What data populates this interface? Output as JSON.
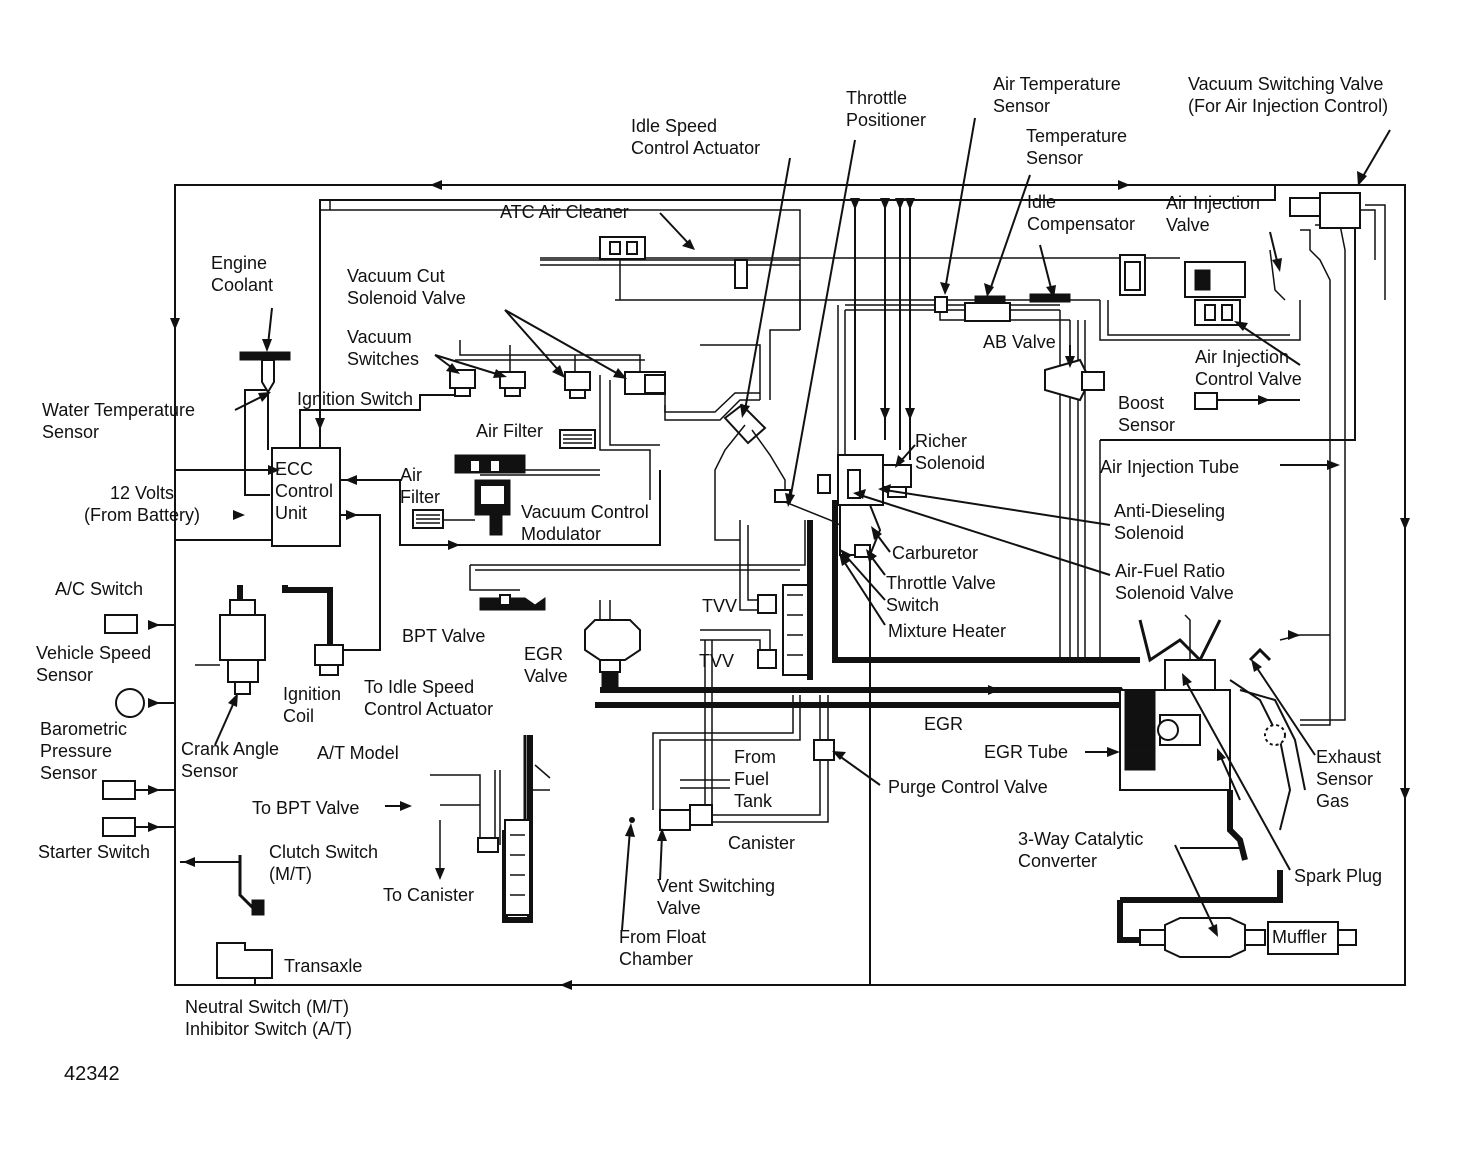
{
  "figure_number": "42342",
  "labels": {
    "air_temperature_sensor": "Air Temperature\nSensor",
    "vacuum_switching_valve": "Vacuum Switching Valve\n(For Air Injection Control)",
    "throttle_positioner": "Throttle\nPositioner",
    "idle_speed_control_actuator": "Idle Speed\nControl Actuator",
    "temperature_sensor": "Temperature\nSensor",
    "idle_compensator": "Idle\nCompensator",
    "air_injection_valve": "Air Injection\nValve",
    "atc_air_cleaner": "ATC Air Cleaner",
    "engine_coolant": "Engine\nCoolant",
    "vacuum_cut_solenoid_valve": "Vacuum Cut\nSolenoid Valve",
    "vacuum_switches": "Vacuum\nSwitches",
    "ab_valve": "AB Valve",
    "air_injection_control_valve": "Air Injection\nControl Valve",
    "water_temperature_sensor": "Water Temperature\nSensor",
    "ignition_switch": "Ignition Switch",
    "boost_sensor": "Boost\nSensor",
    "air_filter_top": "Air Filter",
    "richer_solenoid": "Richer\nSolenoid",
    "ecc_control_unit": "ECC\nControl\nUnit",
    "air_filter_left": "Air\nFilter",
    "air_injection_tube": "Air Injection Tube",
    "twelve_volts": "12 Volts\n(From Battery)",
    "vacuum_control_modulator": "Vacuum Control\nModulator",
    "anti_dieseling_solenoid": "Anti-Dieseling\nSolenoid",
    "carburetor": "Carburetor",
    "air_fuel_ratio_solenoid_valve": "Air-Fuel Ratio\nSolenoid Valve",
    "ac_switch": "A/C Switch",
    "throttle_valve_switch": "Throttle Valve\nSwitch",
    "tvv_upper": "TVV",
    "mixture_heater": "Mixture Heater",
    "bpt_valve": "BPT Valve",
    "vehicle_speed_sensor": "Vehicle Speed\nSensor",
    "egr_valve": "EGR\nValve",
    "tvv_lower": "TVV",
    "ignition_coil": "Ignition\nCoil",
    "to_idle_speed_control_actuator": "To Idle Speed\nControl Actuator",
    "barometric_pressure_sensor": "Barometric\nPressure\nSensor",
    "crank_angle_sensor": "Crank Angle\nSensor",
    "egr": "EGR",
    "egr_tube": "EGR Tube",
    "exhaust_gas_sensor": "Exhaust\nSensor\nGas",
    "at_model": "A/T Model",
    "from_fuel_tank": "From\nFuel\nTank",
    "purge_control_valve": "Purge Control Valve",
    "to_bpt_valve": "To BPT Valve",
    "canister": "Canister",
    "three_way_catalytic_converter": "3-Way Catalytic\nConverter",
    "starter_switch": "Starter Switch",
    "clutch_switch": "Clutch Switch\n(M/T)",
    "vent_switching_valve": "Vent Switching\nValve",
    "spark_plug": "Spark Plug",
    "to_canister": "To Canister",
    "from_float_chamber": "From Float\nChamber",
    "muffler": "Muffler",
    "transaxle": "Transaxle",
    "neutral_inhibitor_switch": "Neutral Switch (M/T)\nInhibitor Switch (A/T)"
  }
}
